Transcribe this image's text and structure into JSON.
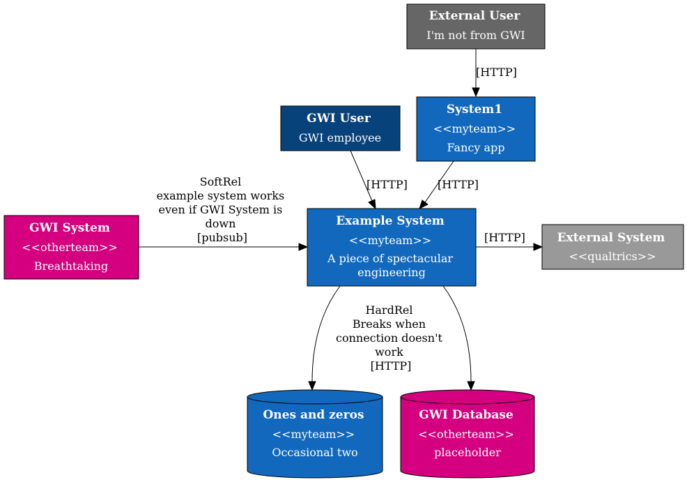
{
  "colors": {
    "external_person": "#666666",
    "gwi_person": "#08427B",
    "myteam": "#1168BD",
    "otherteam": "#D5007F",
    "external_system": "#999999",
    "stroke": "#000000",
    "text": "#ffffff"
  },
  "nodes": {
    "external_user": {
      "title": "External User",
      "lines": [
        "I'm not from GWI"
      ]
    },
    "gwi_user": {
      "title": "GWI User",
      "lines": [
        "GWI employee"
      ]
    },
    "system1": {
      "title": "System1",
      "lines": [
        "<<myteam>>",
        "Fancy app"
      ]
    },
    "gwi_system": {
      "title": "GWI System",
      "lines": [
        "<<otherteam>>",
        "Breathtaking"
      ]
    },
    "example_system": {
      "title": "Example System",
      "lines": [
        "<<myteam>>",
        "A piece of spectacular",
        "engineering"
      ]
    },
    "external_system": {
      "title": "External System",
      "lines": [
        "<<qualtrics>>"
      ]
    },
    "ones_and_zeros": {
      "title": "Ones and zeros",
      "lines": [
        "<<myteam>>",
        "Occasional two"
      ]
    },
    "gwi_database": {
      "title": "GWI Database",
      "lines": [
        "<<otherteam>>",
        "placeholder"
      ]
    }
  },
  "edges": {
    "external_user_to_system1": {
      "label": [
        "[HTTP]"
      ]
    },
    "gwi_user_to_example": {
      "label": [
        "[HTTP]"
      ]
    },
    "system1_to_example": {
      "label": [
        "[HTTP]"
      ]
    },
    "gwi_system_to_example": {
      "label": [
        "SoftRel",
        "example system works",
        "even if GWI System is",
        "down",
        "[pubsub]"
      ]
    },
    "example_to_external_system": {
      "label": [
        "[HTTP]"
      ]
    },
    "example_to_ones_and_zeros": {
      "label": [
        "HardRel",
        "Breaks when",
        "connection doesn't",
        "work",
        "[HTTP]"
      ]
    },
    "example_to_gwi_database": {
      "label": []
    }
  }
}
